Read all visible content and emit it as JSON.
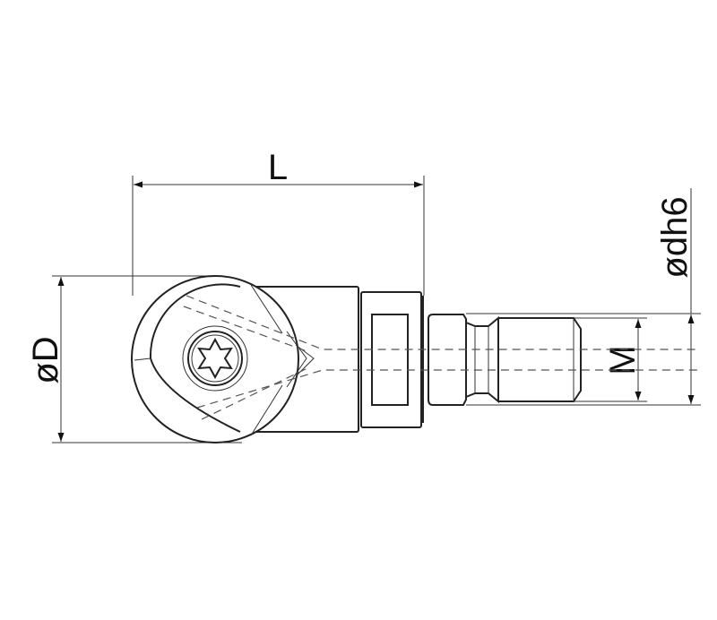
{
  "labels": {
    "length": "L",
    "head_diameter": "øD",
    "shank_diameter": "ødh6",
    "thread": "M"
  },
  "colors": {
    "line": "#222222",
    "background": "#ffffff"
  }
}
